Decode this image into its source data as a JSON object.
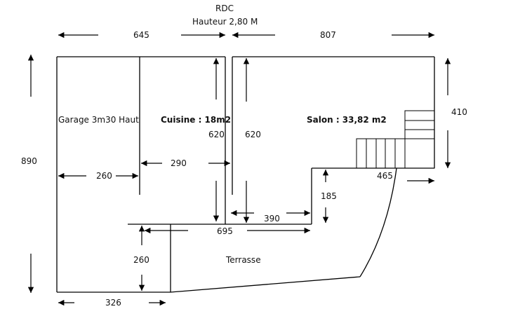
{
  "header": {
    "level": "RDC",
    "ceiling_height": "Hauteur 2,80 M"
  },
  "rooms": {
    "garage": "Garage 3m30 Haut",
    "kitchen": "Cuisine : 18m2",
    "living": "Salon :  33,82 m2",
    "terrace": "Terrasse"
  },
  "dimensions": {
    "top_left_width": "645",
    "top_right_width": "807",
    "total_height": "890",
    "garage_width": "260",
    "kitchen_width": "290",
    "kitchen_depth": "620",
    "living_depth": "620",
    "living_right_height": "410",
    "living_step_width": "465",
    "step_depth": "185",
    "kitchen_lower_width": "390",
    "terrace_top_width": "695",
    "terrace_depth": "260",
    "bottom_width": "326"
  },
  "colors": {
    "line": "#000000",
    "text": "#111111",
    "background": "#ffffff"
  }
}
